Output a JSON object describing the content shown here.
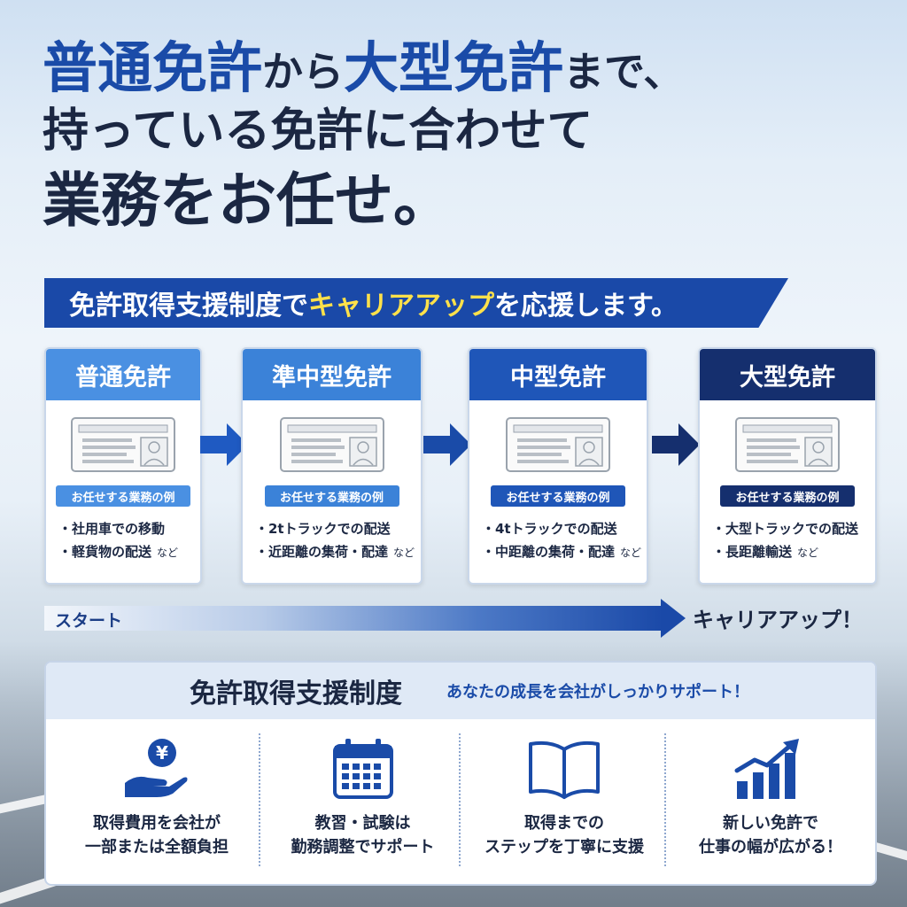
{
  "headline": {
    "line1_a": "普通免許",
    "line1_b": "から",
    "line1_c": "大型免許",
    "line1_d": "まで、",
    "line2": "持っている免許に合わせて",
    "line3": "業務をお任せ。"
  },
  "ribbon": {
    "before": "免許取得支援制度で",
    "highlight": "キャリアアップ",
    "after": "を応援します。"
  },
  "licenses": [
    {
      "name": "普通免許",
      "pill": "お任せする業務の例",
      "task1": "・社用車での移動",
      "task2": "・軽貨物の配送",
      "etc": "など",
      "color": "#4a90e2"
    },
    {
      "name": "準中型免許",
      "pill": "お任せする業務の例",
      "task1": "・2tトラックでの配送",
      "task2": "・近距離の集荷・配達",
      "etc": "など",
      "color": "#3b82d8"
    },
    {
      "name": "中型免許",
      "pill": "お任せする業務の例",
      "task1": "・4tトラックでの配送",
      "task2": "・中距離の集荷・配達",
      "etc": "など",
      "color": "#1f56b8"
    },
    {
      "name": "大型免許",
      "pill": "お任せする業務の例",
      "task1": "・大型トラックでの配送",
      "task2": "・長距離輸送",
      "etc": "など",
      "color": "#152f6e"
    }
  ],
  "progress": {
    "start": "スタート",
    "end": "キャリアアップ！"
  },
  "support": {
    "title": "免許取得支援制度",
    "subtitle": "あなたの成長を会社がしっかりサポート！",
    "features": [
      {
        "icon": "yen-hand-icon",
        "line1": "取得費用を会社が",
        "line2": "一部または全額負担"
      },
      {
        "icon": "calendar-icon",
        "line1": "教習・試験は",
        "line2": "勤務調整でサポート"
      },
      {
        "icon": "book-icon",
        "line1": "取得までの",
        "line2": "ステップを丁寧に支援"
      },
      {
        "icon": "growth-chart-icon",
        "line1": "新しい免許で",
        "line2": "仕事の幅が広がる！"
      }
    ]
  },
  "colors": {
    "brand": "#1a49a8",
    "highlight": "#ffe14a",
    "dark": "#1b2742"
  }
}
